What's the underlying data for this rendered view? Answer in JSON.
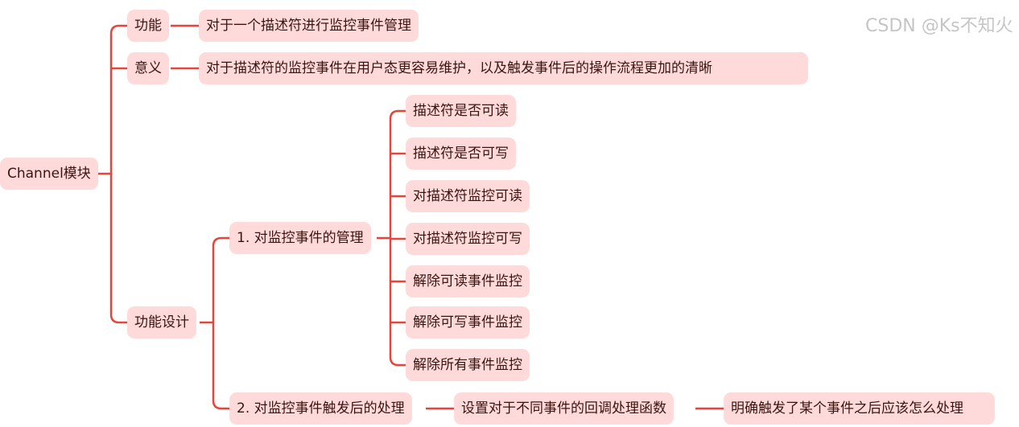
{
  "root": "Channel模块",
  "branches": {
    "function": "功能",
    "meaning": "意义",
    "design": "功能设计"
  },
  "function_desc": "对于一个描述符进行监控事件管理",
  "meaning_desc": "对于描述符的监控事件在用户态更容易维护，以及触发事件后的操作流程更加的清晰",
  "design": {
    "management": "1. 对监控事件的管理",
    "management_items": [
      "描述符是否可读",
      "描述符是否可写",
      "对描述符监控可读",
      "对描述符监控可写",
      "解除可读事件监控",
      "解除可写事件监控",
      "解除所有事件监控"
    ],
    "handling": "2. 对监控事件触发后的处理",
    "handling_item": "设置对于不同事件的回调处理函数",
    "handling_detail": "明确触发了某个事件之后应该怎么处理"
  },
  "watermark": "CSDN @Ks不知火",
  "colors": {
    "line": "#e8443a",
    "node": "#ffdada"
  }
}
